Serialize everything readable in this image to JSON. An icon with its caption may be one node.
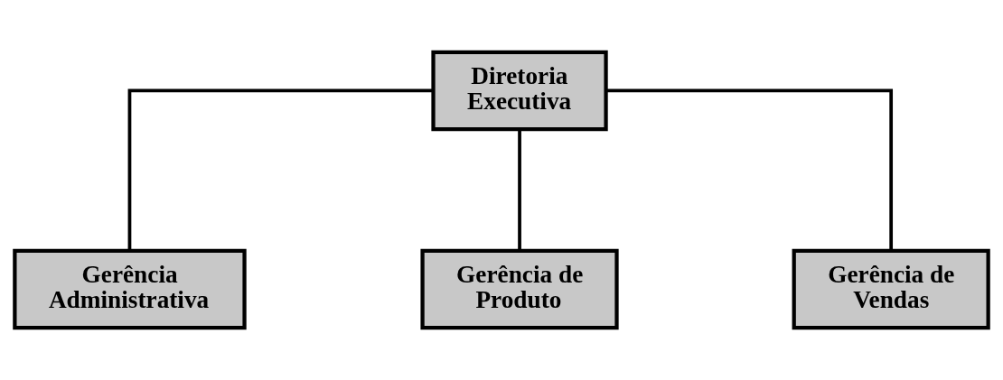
{
  "diagram": {
    "nodes": [
      {
        "text": [
          "Diretoria Executiva"
        ]
      },
      {
        "text": [
          "Gerência Administrativa"
        ]
      },
      {
        "text": [
          "Gerência de Produto"
        ]
      },
      {
        "text": [
          "Gerência de Vendas"
        ]
      }
    ],
    "edges": [
      {
        "from": 0,
        "to": 1,
        "arrow": "none"
      },
      {
        "from": 0,
        "to": 2,
        "arrow": "none"
      },
      {
        "from": 0,
        "to": 3,
        "arrow": "none"
      }
    ]
  }
}
